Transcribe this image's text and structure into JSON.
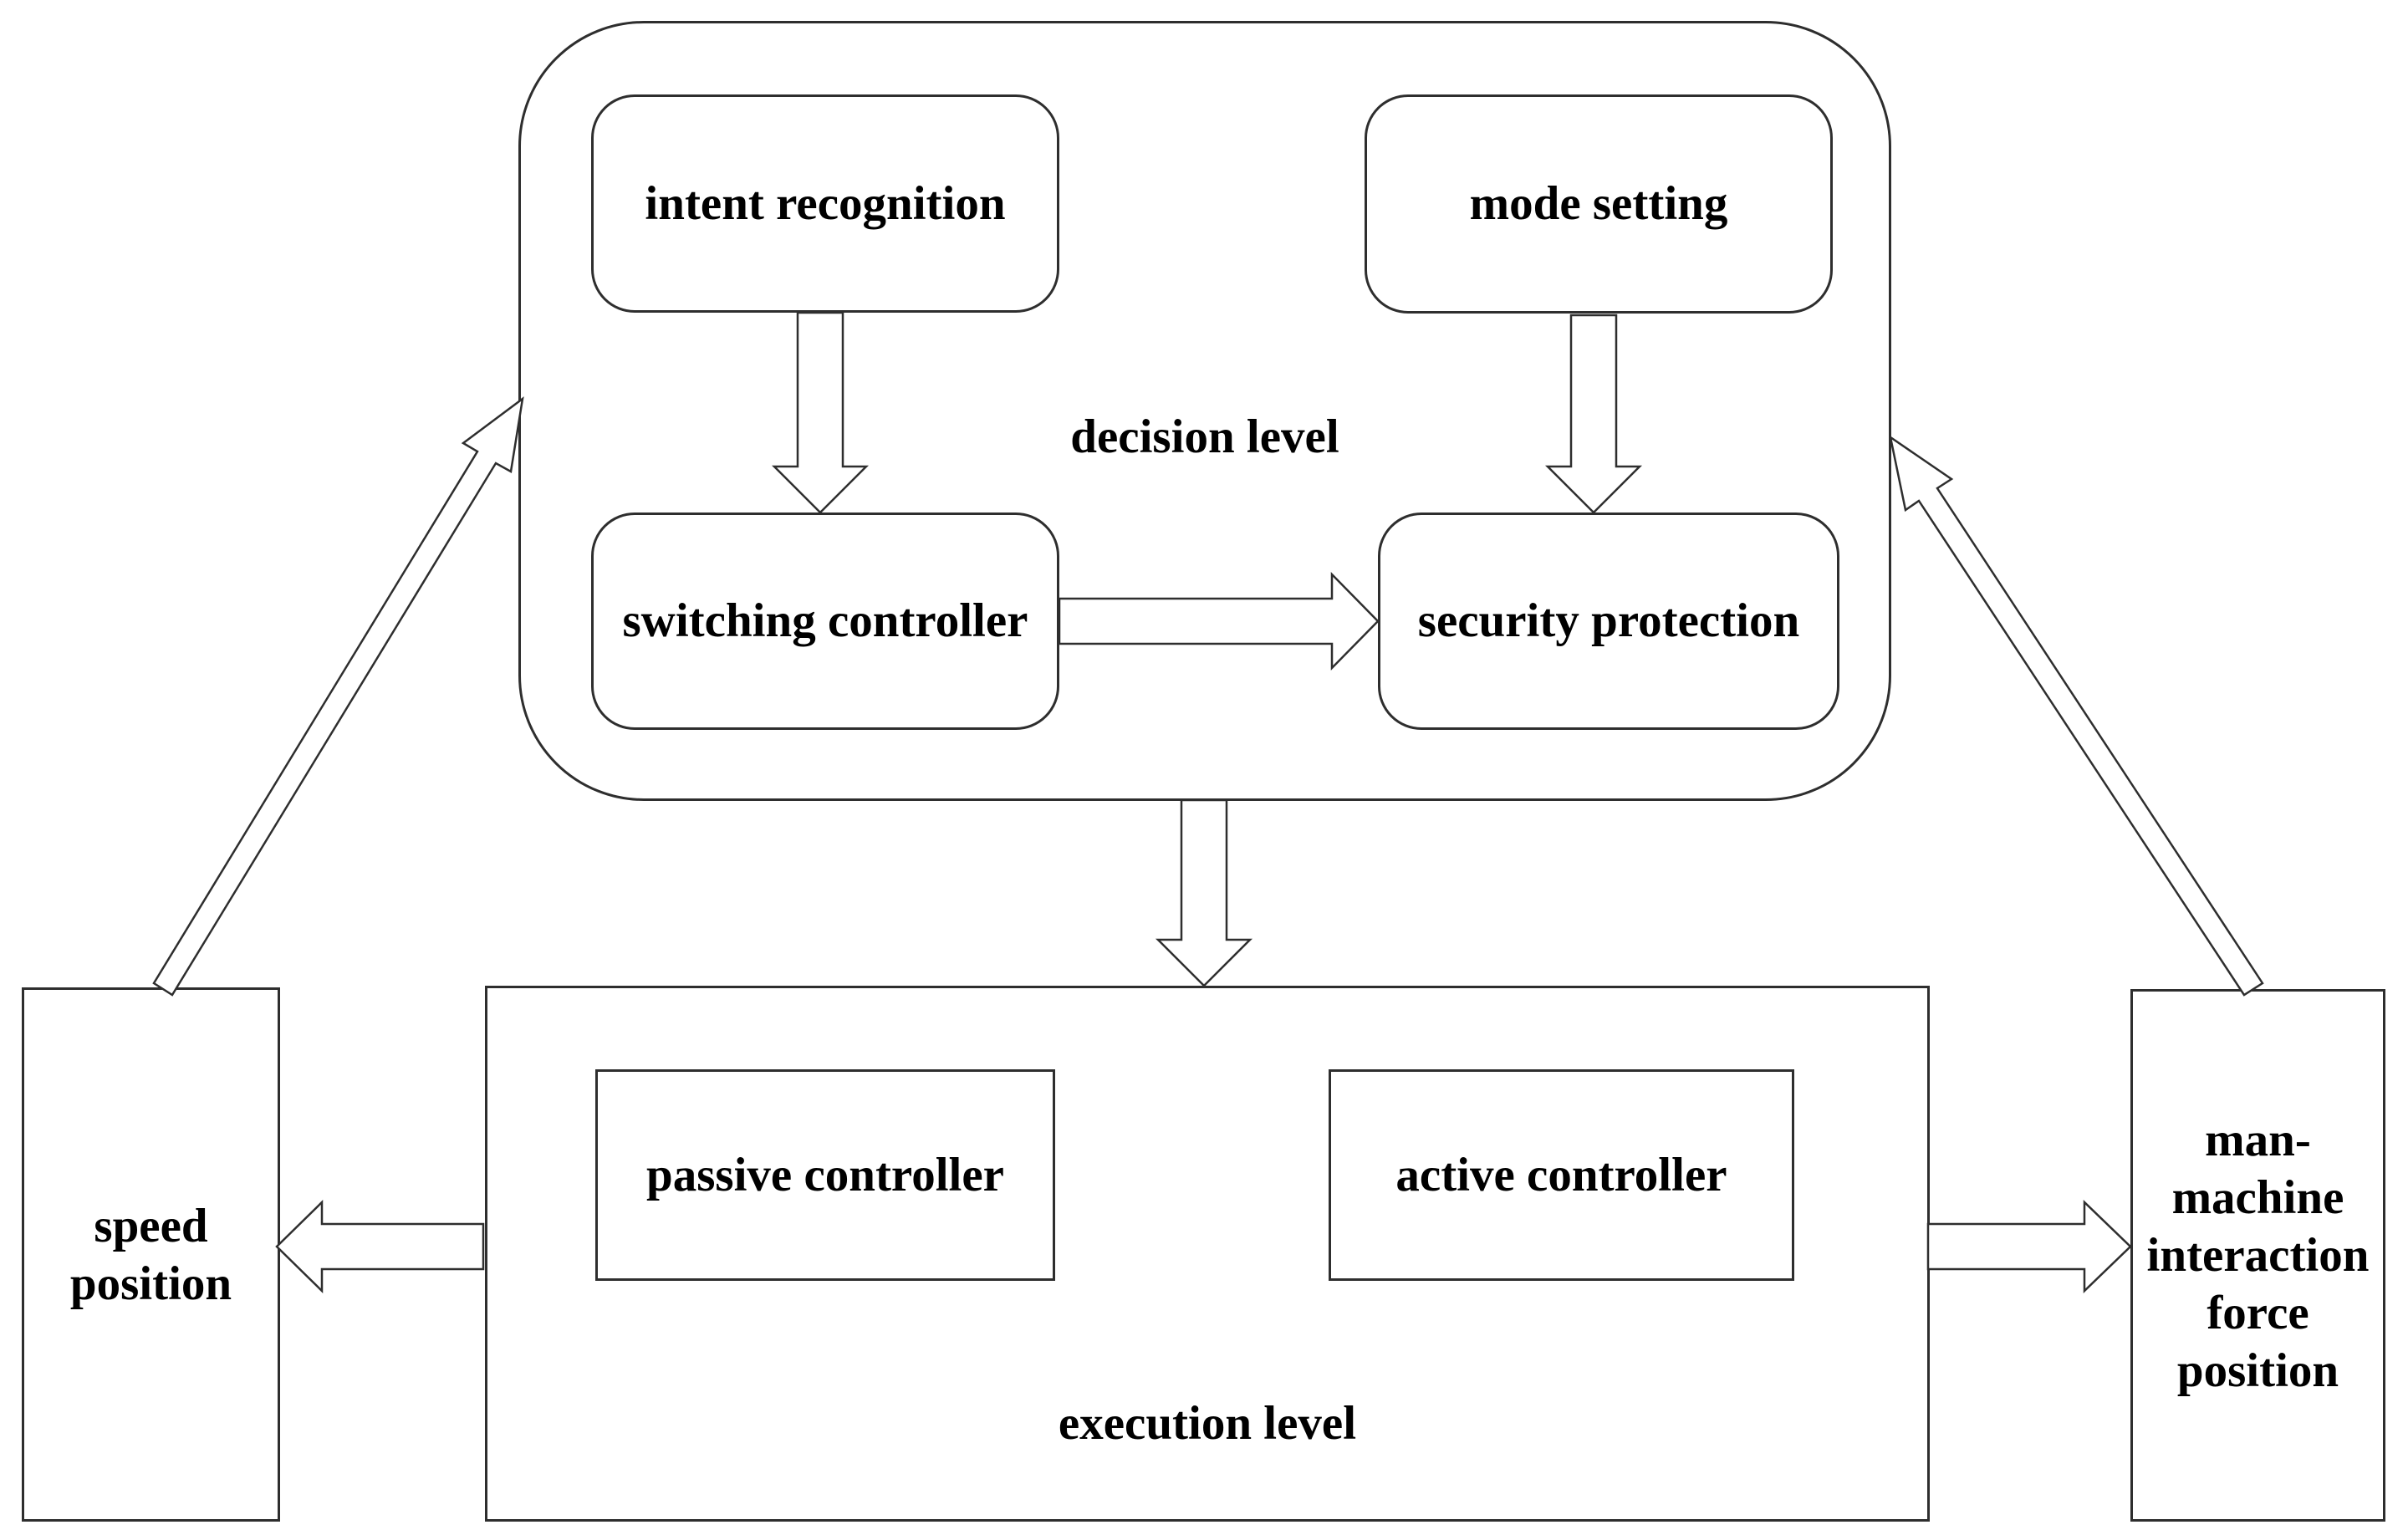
{
  "decision": {
    "label": "decision level",
    "intent": "intent recognition",
    "mode": "mode setting",
    "switching": "switching controller",
    "security": "security protection"
  },
  "execution": {
    "label": "execution level",
    "passive": "passive controller",
    "active": "active controller"
  },
  "left_io": {
    "lines": [
      "speed",
      "position"
    ]
  },
  "right_io": {
    "lines": [
      "man-",
      "machine",
      "interaction",
      "force",
      "position"
    ]
  },
  "edges": [
    {
      "from": "intent recognition",
      "to": "switching controller"
    },
    {
      "from": "mode setting",
      "to": "security protection"
    },
    {
      "from": "switching controller",
      "to": "security protection"
    },
    {
      "from": "decision level",
      "to": "execution level"
    },
    {
      "from": "execution level",
      "to": "speed position"
    },
    {
      "from": "execution level",
      "to": "man-machine interaction force position"
    },
    {
      "from": "speed position",
      "to": "decision level"
    },
    {
      "from": "man-machine interaction force position",
      "to": "decision level"
    }
  ],
  "colors": {
    "line": "#2e2e2e",
    "text": "#000000",
    "background": "#ffffff"
  }
}
